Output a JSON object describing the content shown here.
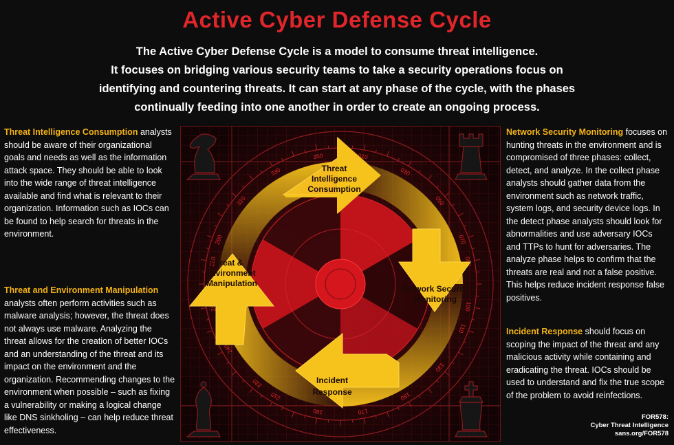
{
  "title": "Active Cyber Defense Cycle",
  "intro_lines": [
    "The Active Cyber Defense Cycle is a model to consume threat intelligence.",
    "It focuses on bridging various security teams to take a security operations focus on",
    "identifying and countering threats. It can start at any phase of the cycle, with the phases",
    "continually feeding into one another in order to create an ongoing process."
  ],
  "panels": {
    "tic": {
      "heading": "Threat Intelligence Consumption",
      "body": " analysts should be aware of their organizational goals and needs as well as the information attack space. They should be able to look into the wide range of threat intelligence available and find what is relevant to their organization.  Information such as IOCs can be found to help search for threats in the environment."
    },
    "tem": {
      "heading": "Threat and Environment Manipulation",
      "body": " analysts often perform activities such as malware analysis; however, the threat does not always use malware.  Analyzing the threat allows for the creation of better IOCs and an understanding of the threat and its impact on the environment and the organization.  Recommending changes to the environment when possible – such as fixing a vulnerability or making a logical change like DNS sinkholing – can help reduce threat effectiveness."
    },
    "nsm": {
      "heading": "Network Security Monitoring",
      "body": " focuses on hunting threats in the environment and is compromised of three phases: collect, detect, and analyze.  In the collect phase analysts should gather data from the environment such as network traffic, system logs, and security device logs.  In the detect phase analysts should look for abnormalities and use adversary IOCs and TTPs to hunt for adversaries.  The analyze phase helps to confirm that the threats are real and not a false positive.  This helps reduce incident response false positives."
    },
    "ir": {
      "heading": "Incident Response",
      "body": " should focus on scoping the impact of the threat and any malicious activity while containing and eradicating the threat.  IOCs should be used to understand and fix the true scope of the problem to avoid reinfections."
    }
  },
  "cycle": {
    "tic": [
      "Threat",
      "Intelligence",
      "Consumption"
    ],
    "tem": [
      "Threat &",
      "Environment",
      "Manipulation"
    ],
    "nsm": [
      "Network Security",
      "Monitoring"
    ],
    "ir": [
      "Incident",
      "Response"
    ]
  },
  "bearings": [
    "350",
    "010",
    "030",
    "050",
    "070",
    "080",
    "100",
    "110",
    "130",
    "150",
    "170",
    "190",
    "210",
    "220",
    "240",
    "260",
    "280",
    "290",
    "310",
    "330"
  ],
  "footer": [
    "FOR578:",
    "Cyber Threat Intelligence",
    "sans.org/FOR578"
  ],
  "colors": {
    "title_red": "#e0262a",
    "heading_gold": "#f5b417",
    "arrow_yellow": "#f6c21c",
    "sector_red": "#c8141b"
  },
  "icons": [
    "knight-icon",
    "rook-icon",
    "bishop-icon",
    "king-icon",
    "world-map-icon"
  ]
}
